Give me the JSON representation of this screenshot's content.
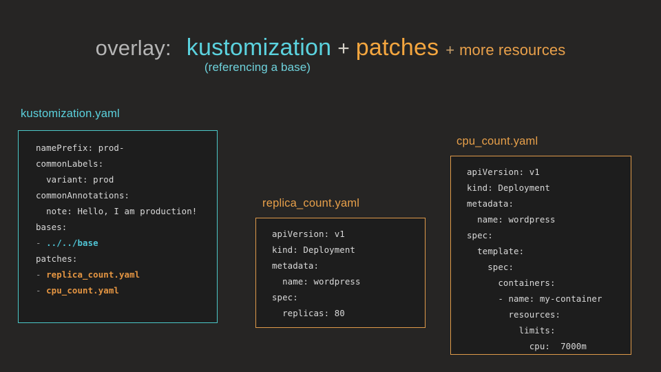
{
  "slide": {
    "background_color": "#262524",
    "title": {
      "prefix": "overlay:",
      "term1": "kustomization",
      "plus1": "+",
      "term2": "patches",
      "plus2": "+",
      "term3": "more resources",
      "subtitle": "(referencing a base)",
      "colors": {
        "prefix": "#b5b5b5",
        "cyan": "#5bd2de",
        "orange": "#f4a63f",
        "orange_small": "#e8a04a"
      }
    }
  },
  "cards": [
    {
      "id": "kustomization",
      "label": "kustomization.yaml",
      "accent_color": "#4cc9c9",
      "lines": [
        {
          "text": "namePrefix: prod-",
          "style": "plain"
        },
        {
          "text": "commonLabels:",
          "style": "plain"
        },
        {
          "text": "  variant: prod",
          "style": "plain"
        },
        {
          "text": "commonAnnotations:",
          "style": "plain"
        },
        {
          "text": "  note: Hello, I am production!",
          "style": "plain"
        },
        {
          "text": "bases:",
          "style": "plain"
        },
        {
          "text": "- ../../base",
          "style": "cyan"
        },
        {
          "text": "patches:",
          "style": "plain"
        },
        {
          "text": "- replica_count.yaml",
          "style": "orange"
        },
        {
          "text": "- cpu_count.yaml",
          "style": "orange"
        }
      ]
    },
    {
      "id": "replica_count",
      "label": "replica_count.yaml",
      "accent_color": "#e09b4a",
      "lines": [
        {
          "text": "apiVersion: v1",
          "style": "plain"
        },
        {
          "text": "kind: Deployment",
          "style": "plain"
        },
        {
          "text": "metadata:",
          "style": "plain"
        },
        {
          "text": "  name: wordpress",
          "style": "plain"
        },
        {
          "text": "spec:",
          "style": "plain"
        },
        {
          "text": "  replicas: 80",
          "style": "plain"
        }
      ]
    },
    {
      "id": "cpu_count",
      "label": "cpu_count.yaml",
      "accent_color": "#e09b4a",
      "lines": [
        {
          "text": "apiVersion: v1",
          "style": "plain"
        },
        {
          "text": "kind: Deployment",
          "style": "plain"
        },
        {
          "text": "metadata:",
          "style": "plain"
        },
        {
          "text": "  name: wordpress",
          "style": "plain"
        },
        {
          "text": "spec:",
          "style": "plain"
        },
        {
          "text": "  template:",
          "style": "plain"
        },
        {
          "text": "    spec:",
          "style": "plain"
        },
        {
          "text": "      containers:",
          "style": "plain"
        },
        {
          "text": "      - name: my-container",
          "style": "plain"
        },
        {
          "text": "        resources:",
          "style": "plain"
        },
        {
          "text": "          limits:",
          "style": "plain"
        },
        {
          "text": "            cpu:  7000m",
          "style": "plain"
        }
      ]
    }
  ]
}
